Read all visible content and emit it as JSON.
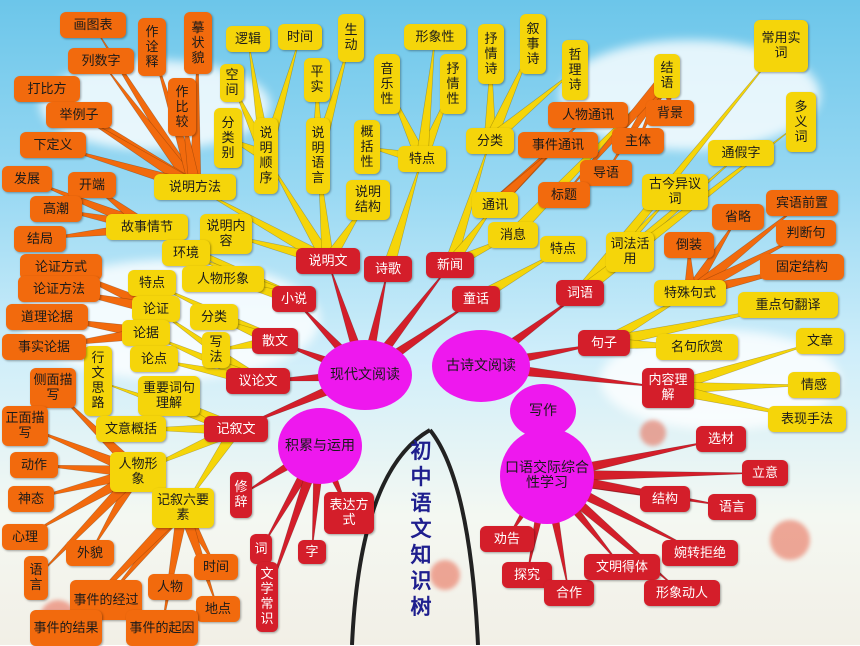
{
  "title": "初中语文知识树",
  "colors": {
    "orange": "#f26a0d",
    "yellow": "#f5d50a",
    "red": "#d41e2a",
    "magenta": "#ee18ee"
  },
  "nodes": [
    {
      "id": "c_modern",
      "t": "现代文阅读",
      "cls": "m"
    },
    {
      "id": "c_poem",
      "t": "古诗文阅读",
      "cls": "m"
    },
    {
      "id": "c_write",
      "t": "写作",
      "cls": "m"
    },
    {
      "id": "c_oral",
      "t": "口语交际综合性学习",
      "cls": "m"
    },
    {
      "id": "c_accum",
      "t": "积累与运用",
      "cls": "m"
    },
    {
      "id": "r_shuomingwen",
      "t": "说明文",
      "cls": "r"
    },
    {
      "id": "r_shige",
      "t": "诗歌",
      "cls": "r"
    },
    {
      "id": "r_xinwen",
      "t": "新闻",
      "cls": "r"
    },
    {
      "id": "r_tonghua",
      "t": "童话",
      "cls": "r"
    },
    {
      "id": "r_xiaoshuo",
      "t": "小说",
      "cls": "r"
    },
    {
      "id": "r_sanwen",
      "t": "散文",
      "cls": "r"
    },
    {
      "id": "r_yilunwen",
      "t": "议论文",
      "cls": "r"
    },
    {
      "id": "r_jixuwen",
      "t": "记叙文",
      "cls": "r"
    },
    {
      "id": "r_cihui",
      "t": "词语",
      "cls": "r"
    },
    {
      "id": "r_juzi",
      "t": "句子",
      "cls": "r"
    },
    {
      "id": "r_neirong",
      "t": "内容理解",
      "cls": "r"
    },
    {
      "id": "r_xuancai",
      "t": "选材",
      "cls": "r"
    },
    {
      "id": "r_liyi",
      "t": "立意",
      "cls": "r"
    },
    {
      "id": "r_jiegou",
      "t": "结构",
      "cls": "r"
    },
    {
      "id": "r_yuyan",
      "t": "语言",
      "cls": "r"
    },
    {
      "id": "r_quangao",
      "t": "劝告",
      "cls": "r"
    },
    {
      "id": "r_tanjiu",
      "t": "探究",
      "cls": "r"
    },
    {
      "id": "r_hezuo",
      "t": "合作",
      "cls": "r"
    },
    {
      "id": "r_wenming",
      "t": "文明得体",
      "cls": "r"
    },
    {
      "id": "r_wanzhuan",
      "t": "婉转拒绝",
      "cls": "r"
    },
    {
      "id": "r_xingxiang",
      "t": "形象动人",
      "cls": "r"
    },
    {
      "id": "r_xiuci",
      "t": "修辞",
      "cls": "r"
    },
    {
      "id": "r_ci",
      "t": "词",
      "cls": "r"
    },
    {
      "id": "r_zi",
      "t": "字",
      "cls": "r"
    },
    {
      "id": "r_biaoda",
      "t": "表达方式",
      "cls": "r"
    },
    {
      "id": "r_wenxue",
      "t": "文学常识",
      "cls": "r"
    },
    {
      "id": "y_shuomingfangfa",
      "t": "说明方法",
      "cls": "y"
    },
    {
      "id": "y_shuomingshunxu",
      "t": "说明顺序",
      "cls": "y"
    },
    {
      "id": "y_shuomingyuyan",
      "t": "说明语言",
      "cls": "y"
    },
    {
      "id": "y_shuomingjiegou",
      "t": "说明结构",
      "cls": "y"
    },
    {
      "id": "y_shuomingneirong",
      "t": "说明内容",
      "cls": "y"
    },
    {
      "id": "y_tedian1",
      "t": "特点",
      "cls": "y"
    },
    {
      "id": "y_fenlei",
      "t": "分类",
      "cls": "y"
    },
    {
      "id": "y_tongxun",
      "t": "通讯",
      "cls": "y"
    },
    {
      "id": "y_xiaoxi",
      "t": "消息",
      "cls": "y"
    },
    {
      "id": "y_tedian2",
      "t": "特点",
      "cls": "y"
    },
    {
      "id": "y_cifa",
      "t": "词法活用",
      "cls": "y"
    },
    {
      "id": "y_gujin",
      "t": "古今异议 词",
      "cls": "y"
    },
    {
      "id": "y_tongjiazi",
      "t": "通假字",
      "cls": "y"
    },
    {
      "id": "y_changyong",
      "t": "常用实词",
      "cls": "y"
    },
    {
      "id": "y_duoyi",
      "t": "多义词",
      "cls": "y"
    },
    {
      "id": "y_teshu",
      "t": "特殊句式",
      "cls": "y"
    },
    {
      "id": "y_zhongdian",
      "t": "重点句翻译",
      "cls": "y"
    },
    {
      "id": "y_mingju",
      "t": "名句欣赏",
      "cls": "y"
    },
    {
      "id": "y_wenzhang",
      "t": "文章",
      "cls": "y"
    },
    {
      "id": "y_qinggan",
      "t": "情感",
      "cls": "y"
    },
    {
      "id": "y_biaoxian",
      "t": "表现手法",
      "cls": "y"
    },
    {
      "id": "y_gushiqingjie",
      "t": "故事情节",
      "cls": "y"
    },
    {
      "id": "y_huanjing",
      "t": "环境",
      "cls": "y"
    },
    {
      "id": "y_renwu1",
      "t": "人物形象",
      "cls": "y"
    },
    {
      "id": "y_tedian3",
      "t": "特点",
      "cls": "y"
    },
    {
      "id": "y_fenlei2",
      "t": "分类",
      "cls": "y"
    },
    {
      "id": "y_xiefa",
      "t": "写法",
      "cls": "y"
    },
    {
      "id": "y_lunzheng",
      "t": "论证",
      "cls": "y"
    },
    {
      "id": "y_lunju",
      "t": "论据",
      "cls": "y"
    },
    {
      "id": "y_lundian",
      "t": "论点",
      "cls": "y"
    },
    {
      "id": "y_xingwensilu",
      "t": "行文思路",
      "cls": "y"
    },
    {
      "id": "y_zhongyaoci",
      "t": "重要词句理解",
      "cls": "y"
    },
    {
      "id": "y_wenyi",
      "t": "文意概括",
      "cls": "y"
    },
    {
      "id": "y_renwu2",
      "t": "人物形象",
      "cls": "y"
    },
    {
      "id": "y_jixu6",
      "t": "记叙六要素",
      "cls": "y"
    },
    {
      "id": "y_shuqing",
      "t": "抒情诗",
      "cls": "y"
    },
    {
      "id": "y_xushi",
      "t": "叙事诗",
      "cls": "y"
    },
    {
      "id": "y_zheli",
      "t": "哲理诗",
      "cls": "y"
    },
    {
      "id": "y_yinyue",
      "t": "音乐性",
      "cls": "y"
    },
    {
      "id": "y_shuqingxing",
      "t": "抒情性",
      "cls": "y"
    },
    {
      "id": "y_gaikuo",
      "t": "概括性",
      "cls": "y"
    },
    {
      "id": "y_xingxiangxing",
      "t": "形象性",
      "cls": "y"
    },
    {
      "id": "y_pingshi",
      "t": "平实",
      "cls": "y"
    },
    {
      "id": "y_shengdong",
      "t": "生动",
      "cls": "y"
    },
    {
      "id": "y_fenleibie",
      "t": "分类别",
      "cls": "y"
    },
    {
      "id": "y_kongjian",
      "t": "空间",
      "cls": "y"
    },
    {
      "id": "y_luoji",
      "t": "逻辑",
      "cls": "y"
    },
    {
      "id": "y_shijian1",
      "t": "时间",
      "cls": "y"
    },
    {
      "id": "y_jiegou2",
      "t": "结语",
      "cls": "y"
    },
    {
      "id": "o_huatubiao",
      "t": "画图表",
      "cls": "o"
    },
    {
      "id": "o_lieshuzi",
      "t": "列数字",
      "cls": "o"
    },
    {
      "id": "o_dabifang",
      "t": "打比方",
      "cls": "o"
    },
    {
      "id": "o_julizi",
      "t": "举例子",
      "cls": "o"
    },
    {
      "id": "o_xiadingyi",
      "t": "下定义",
      "cls": "o"
    },
    {
      "id": "o_zuoquanshi",
      "t": "作诠释",
      "cls": "o"
    },
    {
      "id": "o_mozhuangmao",
      "t": "摹状貌",
      "cls": "o"
    },
    {
      "id": "o_zuobijiao",
      "t": "作比较",
      "cls": "o"
    },
    {
      "id": "o_fazhan",
      "t": "发展",
      "cls": "o"
    },
    {
      "id": "o_kaiduan",
      "t": "开端",
      "cls": "o"
    },
    {
      "id": "o_gaochao",
      "t": "高潮",
      "cls": "o"
    },
    {
      "id": "o_jieju",
      "t": "结局",
      "cls": "o"
    },
    {
      "id": "o_lunzhengfangshi",
      "t": "论证方式",
      "cls": "o"
    },
    {
      "id": "o_lunzhengfangfa",
      "t": "论证方法",
      "cls": "o"
    },
    {
      "id": "o_daolilunju",
      "t": "道理论据",
      "cls": "o"
    },
    {
      "id": "o_shishilunju",
      "t": "事实论据",
      "cls": "o"
    },
    {
      "id": "o_cemian",
      "t": "侧面描写",
      "cls": "o"
    },
    {
      "id": "o_zhengmian",
      "t": "正面描写",
      "cls": "o"
    },
    {
      "id": "o_dongzuo",
      "t": "动作",
      "cls": "o"
    },
    {
      "id": "o_shentai",
      "t": "神态",
      "cls": "o"
    },
    {
      "id": "o_xinli",
      "t": "心理",
      "cls": "o"
    },
    {
      "id": "o_waimao",
      "t": "外貌",
      "cls": "o"
    },
    {
      "id": "o_yuyan2",
      "t": "语言",
      "cls": "o"
    },
    {
      "id": "o_jingguo",
      "t": "事件的经过",
      "cls": "o"
    },
    {
      "id": "o_renwu3",
      "t": "人物",
      "cls": "o"
    },
    {
      "id": "o_shijian2",
      "t": "时间",
      "cls": "o"
    },
    {
      "id": "o_didian",
      "t": "地点",
      "cls": "o"
    },
    {
      "id": "o_jieguo",
      "t": "事件的结果",
      "cls": "o"
    },
    {
      "id": "o_qiyin",
      "t": "事件的起因",
      "cls": "o"
    },
    {
      "id": "o_renwutongxun",
      "t": "人物通讯",
      "cls": "o"
    },
    {
      "id": "o_shijiantongxun",
      "t": "事件通讯",
      "cls": "o"
    },
    {
      "id": "o_beijing",
      "t": "背景",
      "cls": "o"
    },
    {
      "id": "o_zhuti",
      "t": "主体",
      "cls": "o"
    },
    {
      "id": "o_daoyu",
      "t": "导语",
      "cls": "o"
    },
    {
      "id": "o_biaoti",
      "t": "标题",
      "cls": "o"
    },
    {
      "id": "o_shenglve",
      "t": "省略",
      "cls": "o"
    },
    {
      "id": "o_daozhuang",
      "t": "倒装",
      "cls": "o"
    },
    {
      "id": "o_binyu",
      "t": "宾语前置",
      "cls": "o"
    },
    {
      "id": "o_panduan",
      "t": "判断句",
      "cls": "o"
    },
    {
      "id": "o_guding",
      "t": "固定结构",
      "cls": "o"
    }
  ]
}
